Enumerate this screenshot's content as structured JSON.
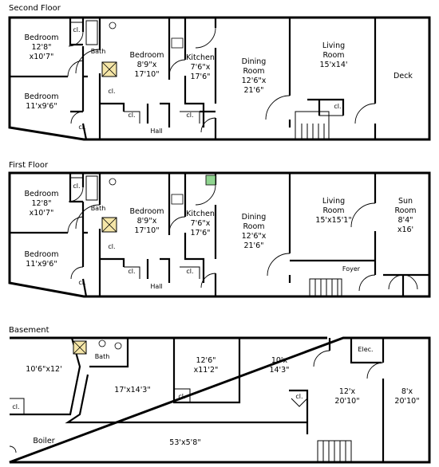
{
  "floors": {
    "second": {
      "title": "Second Floor",
      "rooms": {
        "bedroom_front": [
          "Bedroom",
          "12'8\"",
          "x10'7\""
        ],
        "bedroom_rear": [
          "Bedroom",
          "11'x9'6\""
        ],
        "bath": "Bath",
        "bedroom_mid": [
          "Bedroom",
          "8'9\"x",
          "17'10\""
        ],
        "kitchen": [
          "Kitchen",
          "7'6\"x",
          "17'6\""
        ],
        "dining": [
          "Dining",
          "Room",
          "12'6\"x",
          "21'6\""
        ],
        "living": [
          "Living",
          "Room",
          "15'x14'"
        ],
        "deck": "Deck",
        "hall": "Hall",
        "closet": "cl."
      }
    },
    "first": {
      "title": "First Floor",
      "rooms": {
        "bedroom_front": [
          "Bedroom",
          "12'8\"",
          "x10'7\""
        ],
        "bedroom_rear": [
          "Bedroom",
          "11'x9'6\""
        ],
        "bath": "Bath",
        "bedroom_mid": [
          "Bedroom",
          "8'9\"x",
          "17'10\""
        ],
        "kitchen": [
          "Kitchen",
          "7'6\"x",
          "17'6\""
        ],
        "dining": [
          "Dining",
          "Room",
          "12'6\"x",
          "21'6\""
        ],
        "living": [
          "Living",
          "Room",
          "15'x15'1\""
        ],
        "sun": [
          "Sun",
          "Room",
          "8'4\"",
          "x16'"
        ],
        "foyer": "Foyer",
        "hall": "Hall",
        "closet": "cl."
      }
    },
    "basement": {
      "title": "Basement",
      "rooms": {
        "room_a": "10'6\"x12'",
        "bath": "Bath",
        "room_b": "17'x14'3\"",
        "room_c": [
          "12'6\"",
          "x11'2\""
        ],
        "room_d": [
          "10'x",
          "14'3\""
        ],
        "room_e": [
          "12'x",
          "20'10\""
        ],
        "room_f": [
          "8'x",
          "20'10\""
        ],
        "elec": "Elec.",
        "boiler": "Boiler",
        "corridor": "53'x5'8\"",
        "closet": "cl."
      }
    }
  }
}
